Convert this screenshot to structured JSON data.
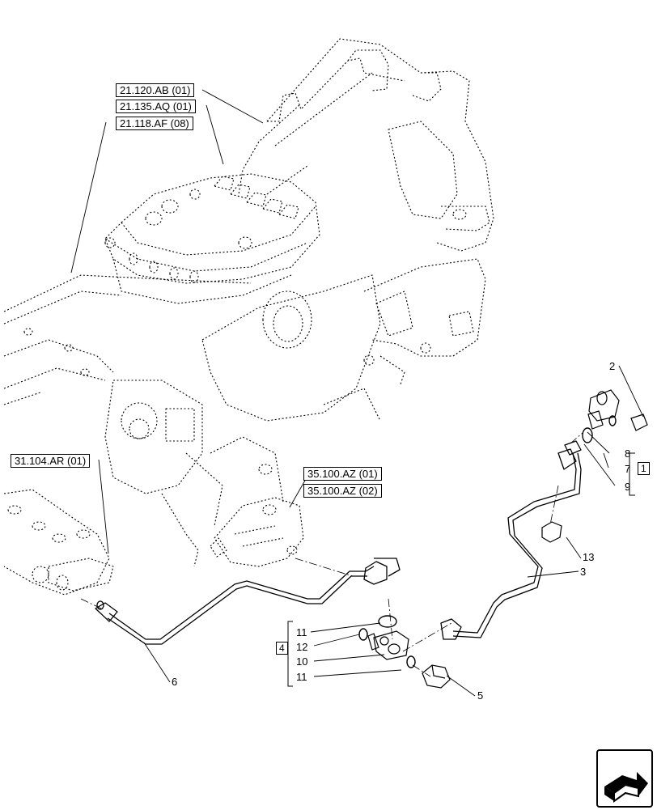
{
  "references": {
    "ref_21_120_ab": "21.120.AB (01)",
    "ref_21_135_aq": "21.135.AQ (01)",
    "ref_21_118_af": "21.118.AF (08)",
    "ref_31_104_ar": "31.104.AR (01)",
    "ref_35_100_az_1": "35.100.AZ (01)",
    "ref_35_100_az_2": "35.100.AZ (02)"
  },
  "callouts": {
    "c1": "1",
    "c2": "2",
    "c3": "3",
    "c4": "4",
    "c5": "5",
    "c6": "6",
    "c7": "7",
    "c8": "8",
    "c9": "9",
    "c10": "10",
    "c11a": "11",
    "c11b": "11",
    "c12": "12",
    "c13": "13"
  },
  "icons": {
    "navigation": "next-page-arrow-icon"
  }
}
